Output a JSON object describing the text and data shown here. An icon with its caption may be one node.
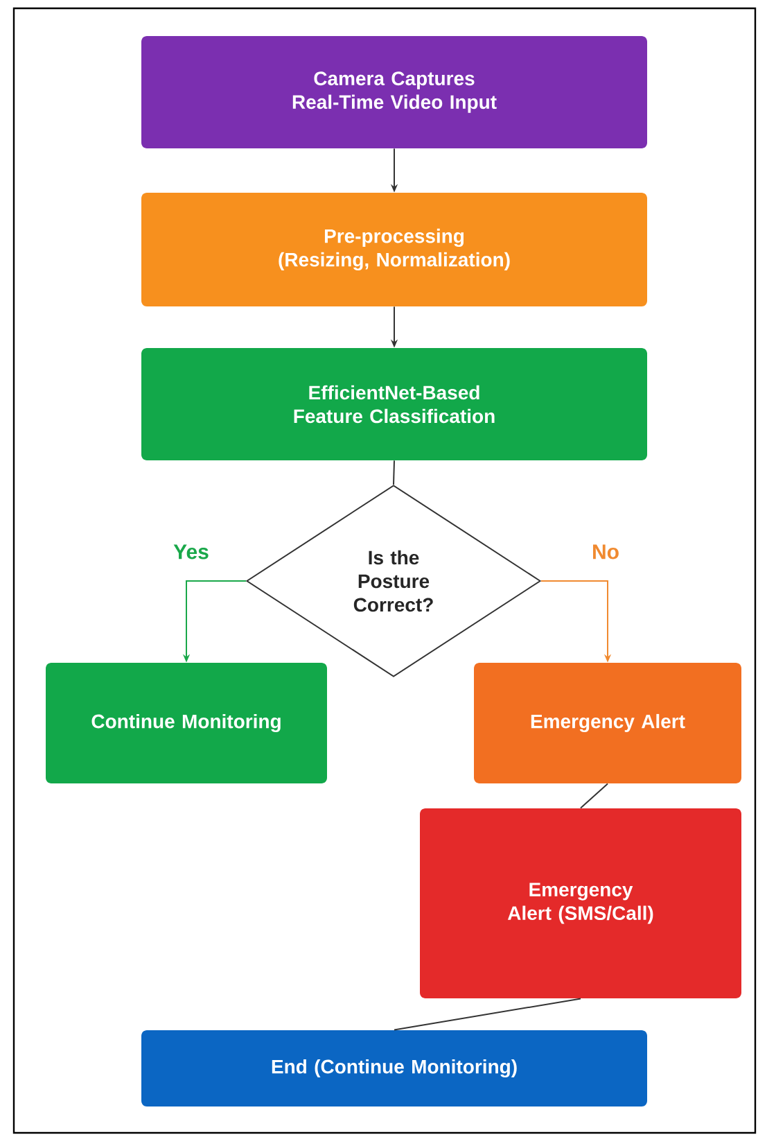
{
  "diagram": {
    "nodes": [
      {
        "text": [
          "Camera Captures Real-Time Video Input"
        ]
      },
      {
        "text": [
          "Pre-processing (Resizing, Normalization)"
        ]
      },
      {
        "text": [
          "EfficientNet-Based Feature Classification"
        ]
      },
      {
        "text": [
          "Is the Posture Correct?"
        ]
      },
      {
        "text": [
          "Continue Monitoring"
        ]
      },
      {
        "text": [
          "Emergency Alert"
        ]
      },
      {
        "text": [
          "Emergency Alert (SMS/Call)"
        ]
      },
      {
        "text": [
          "End (Continue Monitoring)"
        ]
      }
    ],
    "edges": [
      {
        "from": 0,
        "to": 1,
        "arrow": "to"
      },
      {
        "from": 1,
        "to": 2,
        "arrow": "to"
      },
      {
        "from": 2,
        "to": 3,
        "arrow": "none"
      },
      {
        "from": 3,
        "to": 4,
        "arrow": "to",
        "label": "Yes",
        "color": "#1aa84a"
      },
      {
        "from": 3,
        "to": 5,
        "arrow": "to",
        "label": "No",
        "color": "#f08a30"
      },
      {
        "from": 5,
        "to": 6,
        "arrow": "none"
      },
      {
        "from": 6,
        "to": 7,
        "arrow": "none"
      }
    ]
  }
}
